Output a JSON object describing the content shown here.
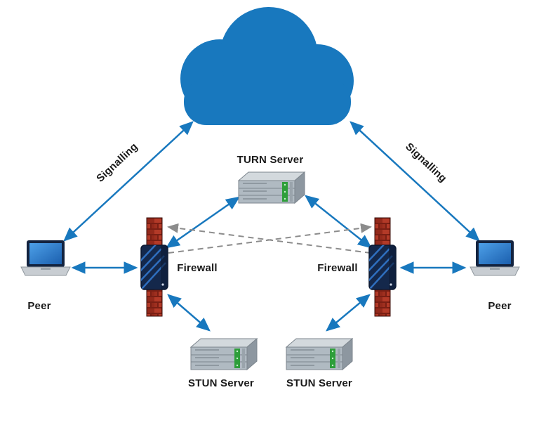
{
  "diagram": {
    "type": "network-topology",
    "labels": {
      "turn_server": "TURN Server",
      "stun_server_left": "STUN Server",
      "stun_server_right": "STUN Server",
      "firewall_left": "Firewall",
      "firewall_right": "Firewall",
      "peer_left": "Peer",
      "peer_right": "Peer",
      "signalling_left": "Signalling",
      "signalling_right": "Signalling"
    },
    "icons": {
      "cloud": "internet-cloud-icon",
      "turn_server": "rack-server-icon",
      "stun_server": "rack-server-icon",
      "firewall": "brick-wall-with-tower-server-icon",
      "peer": "laptop-icon"
    },
    "colors": {
      "cloud": "#1878BE",
      "arrow": "#1878BE",
      "dashed_arrow": "#8C8C8C",
      "text": "#1A1A1A",
      "brick_bright": "#B33A28",
      "brick_dark": "#7A1F14",
      "tower_navy": "#14284B",
      "server_front": "#B0BAC2",
      "led_green": "#2E9E3A"
    },
    "edges": [
      {
        "from": "peer-left",
        "to": "cloud",
        "style": "solid",
        "bidirectional": true,
        "label": "Signalling"
      },
      {
        "from": "peer-right",
        "to": "cloud",
        "style": "solid",
        "bidirectional": true,
        "label": "Signalling"
      },
      {
        "from": "peer-left",
        "to": "firewall-left",
        "style": "solid",
        "bidirectional": true
      },
      {
        "from": "peer-right",
        "to": "firewall-right",
        "style": "solid",
        "bidirectional": true
      },
      {
        "from": "firewall-left",
        "to": "turn-server",
        "style": "solid",
        "bidirectional": true
      },
      {
        "from": "firewall-right",
        "to": "turn-server",
        "style": "solid",
        "bidirectional": true
      },
      {
        "from": "firewall-left",
        "to": "stun-server-left",
        "style": "solid",
        "bidirectional": true
      },
      {
        "from": "firewall-right",
        "to": "stun-server-right",
        "style": "solid",
        "bidirectional": true
      },
      {
        "from": "firewall-left",
        "to": "firewall-right",
        "style": "dashed",
        "bidirectional": false
      },
      {
        "from": "firewall-right",
        "to": "firewall-left",
        "style": "dashed",
        "bidirectional": false
      }
    ]
  }
}
